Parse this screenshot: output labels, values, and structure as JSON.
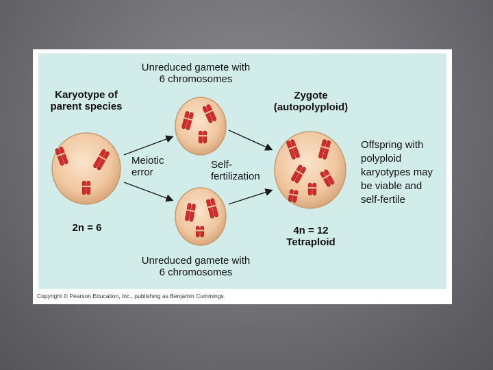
{
  "labels": {
    "parent_karyotype": [
      "Karyotype of",
      "parent species"
    ],
    "parent_ploidy": "2n = 6",
    "gamete_top": [
      "Unreduced gamete with",
      "6 chromosomes"
    ],
    "gamete_bottom": [
      "Unreduced gamete with",
      "6 chromosomes"
    ],
    "meiotic_error": [
      "Meiotic",
      "error"
    ],
    "self_fertilization": [
      "Self-",
      "fertilization"
    ],
    "zygote": [
      "Zygote",
      "(autopolyploid)"
    ],
    "zygote_ploidy": [
      "4n = 12",
      "Tetraploid"
    ],
    "offspring": [
      "Offspring with",
      "polyploid",
      "karyotypes may",
      "be viable and",
      "self-fertile"
    ]
  },
  "copyright": "Copyright © Pearson Education, Inc., publishing as Benjamin Cummings.",
  "colors": {
    "background": "#d2ecea",
    "cell_fill": "#f0c7a0",
    "cell_edge": "#c79b70",
    "chromosome": "#d42a2a",
    "arrow": "#1a1a1a"
  }
}
